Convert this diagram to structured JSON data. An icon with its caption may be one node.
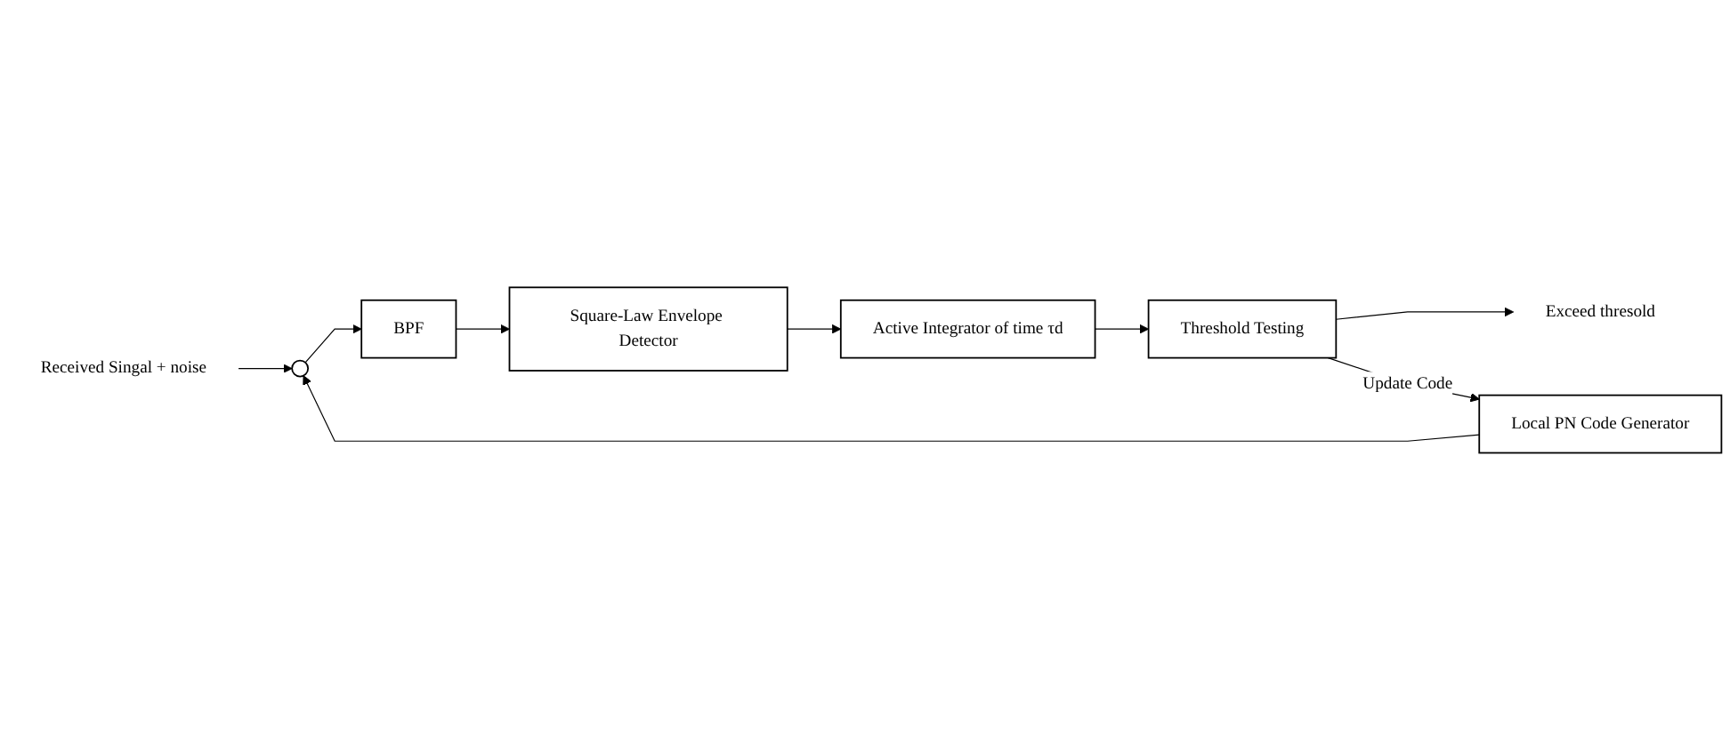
{
  "diagram": {
    "nodes": [
      {
        "text": [
          "Received Singal + noise"
        ]
      },
      {
        "text": [],
        "shape": "circle"
      },
      {
        "text": [
          "BPF"
        ]
      },
      {
        "text": [
          "Square-Law Envelope Detector"
        ]
      },
      {
        "text": [
          "Active Integrator of time τd"
        ]
      },
      {
        "text": [
          "Threshold Testing"
        ]
      },
      {
        "text": [
          "Exceed thresold"
        ]
      },
      {
        "text": [
          "Local PN Code Generator"
        ]
      }
    ],
    "edges": [
      {
        "from": 0,
        "to": 1,
        "arrow": "to"
      },
      {
        "from": 1,
        "to": 2,
        "arrow": "to"
      },
      {
        "from": 2,
        "to": 3,
        "arrow": "to"
      },
      {
        "from": 3,
        "to": 4,
        "arrow": "to"
      },
      {
        "from": 4,
        "to": 5,
        "arrow": "to"
      },
      {
        "from": 5,
        "to": 6,
        "arrow": "to"
      },
      {
        "from": 5,
        "to": 7,
        "arrow": "to",
        "label": "Update Code"
      },
      {
        "from": 7,
        "to": 1,
        "arrow": "to"
      }
    ]
  }
}
